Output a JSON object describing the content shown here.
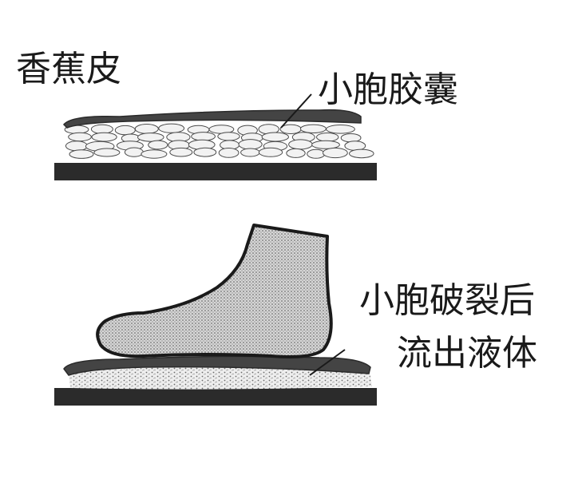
{
  "labels": {
    "title": "香蕉皮",
    "cells": "小胞胶囊",
    "burst_line1": "小胞破裂后",
    "burst_line2": "流出液体"
  },
  "colors": {
    "ink": "#1a1a1a",
    "base": "#2b2b2b",
    "peel": "#444444",
    "cell_fill": "#f2f2f2",
    "cell_stroke": "#4a4a4a",
    "foot_fill": "#c8c8c8",
    "speckle": "#777777"
  },
  "icons": {
    "foot": "foot-shape",
    "intact_layer": "intact-banana-peel-layer",
    "crushed_layer": "crushed-banana-peel-layer"
  }
}
